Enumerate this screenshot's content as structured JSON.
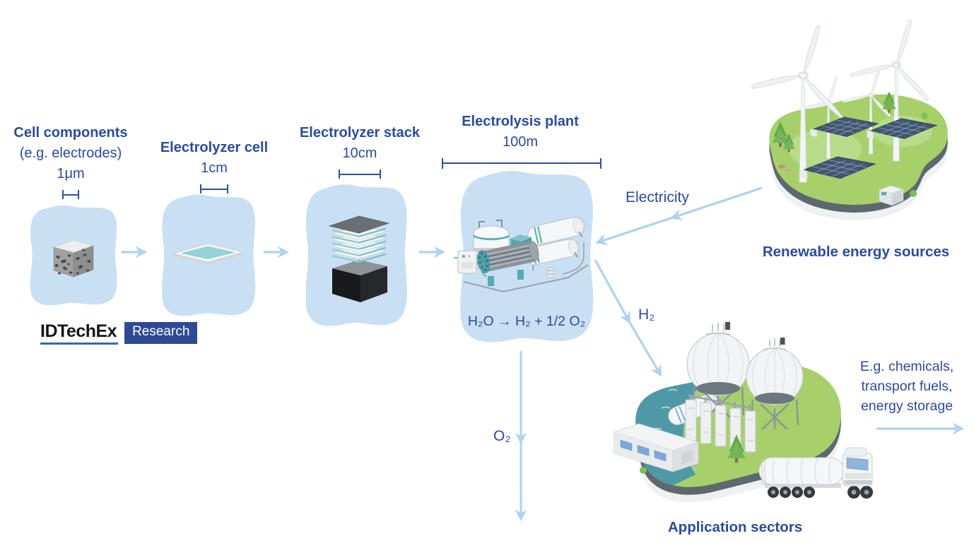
{
  "colors": {
    "accent_blue": "#2b4b9c",
    "bubble_blue": "#c9dff4",
    "arrow_blue": "#aed2ef",
    "teal": "#57abb5",
    "island_green": "#a7d06b",
    "logo_navy": "#2e4a94"
  },
  "stages": [
    {
      "title": "Cell components",
      "subtitle": "(e.g. electrodes)",
      "scale": "1μm"
    },
    {
      "title": "Electrolyzer cell",
      "scale": "1cm"
    },
    {
      "title": "Electrolyzer stack",
      "scale": "10cm"
    },
    {
      "title": "Electrolysis plant",
      "scale": "100m",
      "reaction": "H₂O → H₂ + 1/2 O₂"
    }
  ],
  "flows": {
    "electricity": "Electricity",
    "hydrogen": "H₂",
    "oxygen": "O₂"
  },
  "sources": {
    "label": "Renewable energy sources"
  },
  "applications": {
    "label": "Application sectors",
    "outputs": [
      "E.g. chemicals,",
      "transport fuels,",
      "energy storage"
    ]
  },
  "logo": {
    "brand": "IDTechEx",
    "suffix": "Research"
  }
}
